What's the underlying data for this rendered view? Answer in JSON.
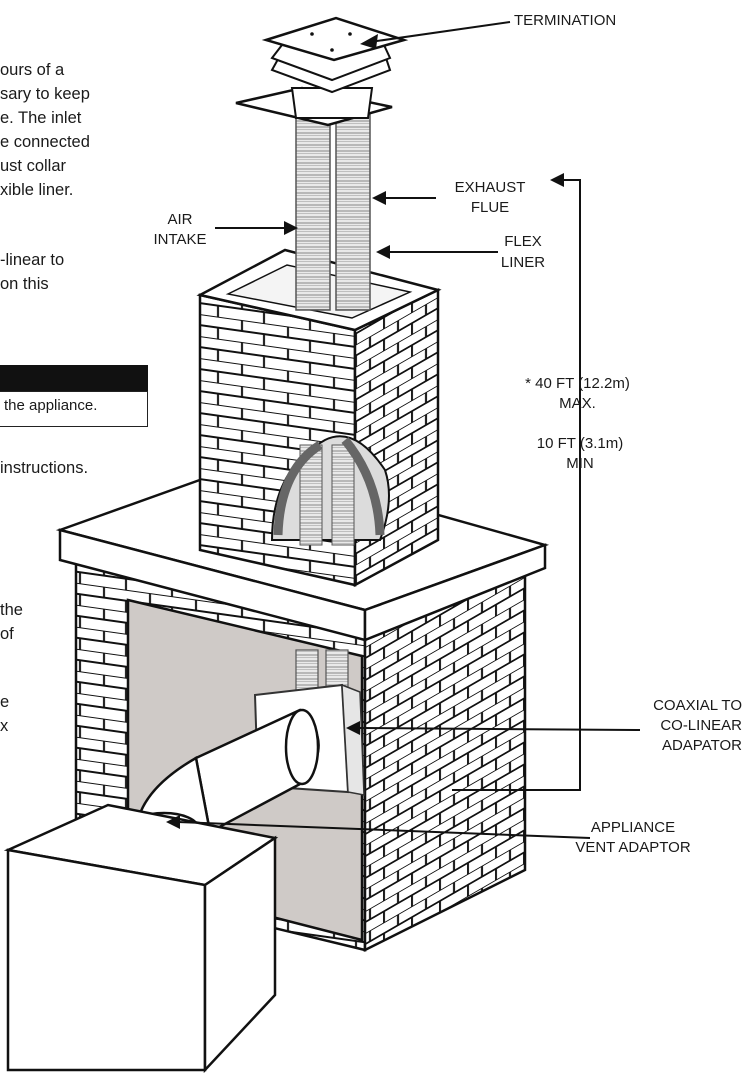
{
  "body_text": {
    "lines_top": [
      "ours of a",
      "sary to keep",
      "e. The inlet",
      "e connected",
      "ust collar",
      "xible liner."
    ],
    "lines_mid": [
      "-linear to",
      " on this"
    ],
    "lines_after_box": [
      "instructions."
    ],
    "lines_low": [
      "the",
      "of"
    ],
    "lines_bottom": [
      "e",
      "x"
    ]
  },
  "warning": {
    "text": "the appliance."
  },
  "labels": {
    "termination": "TERMINATION",
    "exhaust_flue": [
      "EXHAUST",
      "FLUE"
    ],
    "air_intake": [
      "AIR",
      "INTAKE"
    ],
    "flex_liner": [
      "FLEX",
      "LINER"
    ],
    "max_length": [
      "* 40 FT (12.2m)",
      "MAX."
    ],
    "min_length": [
      "10 FT (3.1m)",
      "MIN"
    ],
    "coaxial_adapter": [
      "COAXIAL TO",
      "CO-LINEAR",
      "ADAPATOR"
    ],
    "appliance_vent_adaptor": [
      "APPLIANCE",
      "VENT ADAPTOR"
    ]
  }
}
